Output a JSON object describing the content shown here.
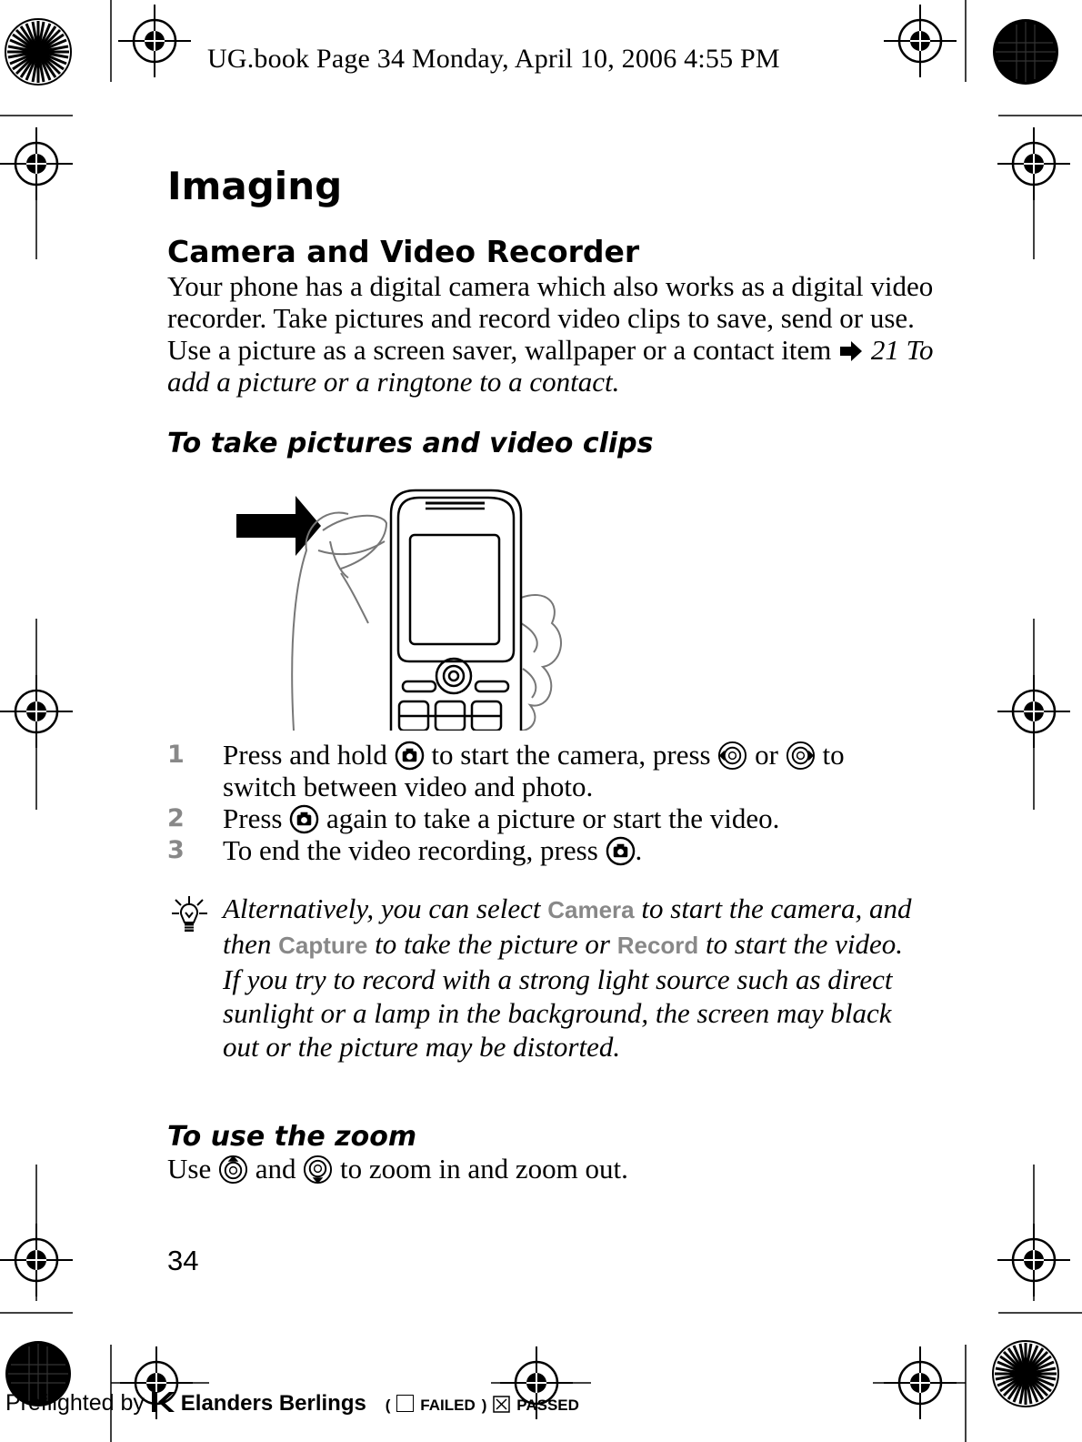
{
  "header": {
    "line": "UG.book  Page 34  Monday, April 10, 2006  4:55 PM"
  },
  "title": "Imaging",
  "section": {
    "heading": "Camera and Video Recorder",
    "intro": "Your phone has a digital camera which also works as a digital video recorder. Take pictures and record video clips to save, send or use. Use a picture as a screen saver, wallpaper or a contact item",
    "reference": "21 To add a picture or a ringtone to a contact."
  },
  "take_pictures": {
    "heading": "To take pictures and video clips",
    "steps": [
      {
        "num": "1",
        "a": "Press and hold",
        "b": "to start the camera, press",
        "c": "or",
        "d": "to switch between video and photo."
      },
      {
        "num": "2",
        "a": "Press",
        "b": "again to take a picture or start the video."
      },
      {
        "num": "3",
        "a": "To end the video recording, press",
        "b": "."
      }
    ]
  },
  "tip": {
    "p1a": "Alternatively, you can select",
    "camera": "Camera",
    "p1b": "to start the camera, and then",
    "capture": "Capture",
    "p1c": "to take the picture or",
    "record": "Record",
    "p1d": "to start the video.",
    "p2": "If you try to record with a strong light source such as direct sunlight or a lamp in the background, the screen may black out or the picture may be distorted."
  },
  "zoom": {
    "heading": "To use the zoom",
    "use": "Use",
    "and": "and",
    "rest": "to zoom in and zoom out."
  },
  "page_number": "34",
  "footer": {
    "preflighted": "Preflighted by",
    "brand": "Elanders Berlings",
    "open_paren": "(",
    "failed": "FAILED",
    "close_paren": ")",
    "passed": "PASSED"
  },
  "icons": [
    "camera-key-icon",
    "navigation-left-icon",
    "navigation-right-icon",
    "navigation-up-icon",
    "navigation-down-icon",
    "arrow-reference-icon",
    "lightbulb-tip-icon",
    "registration-mark-icon"
  ]
}
